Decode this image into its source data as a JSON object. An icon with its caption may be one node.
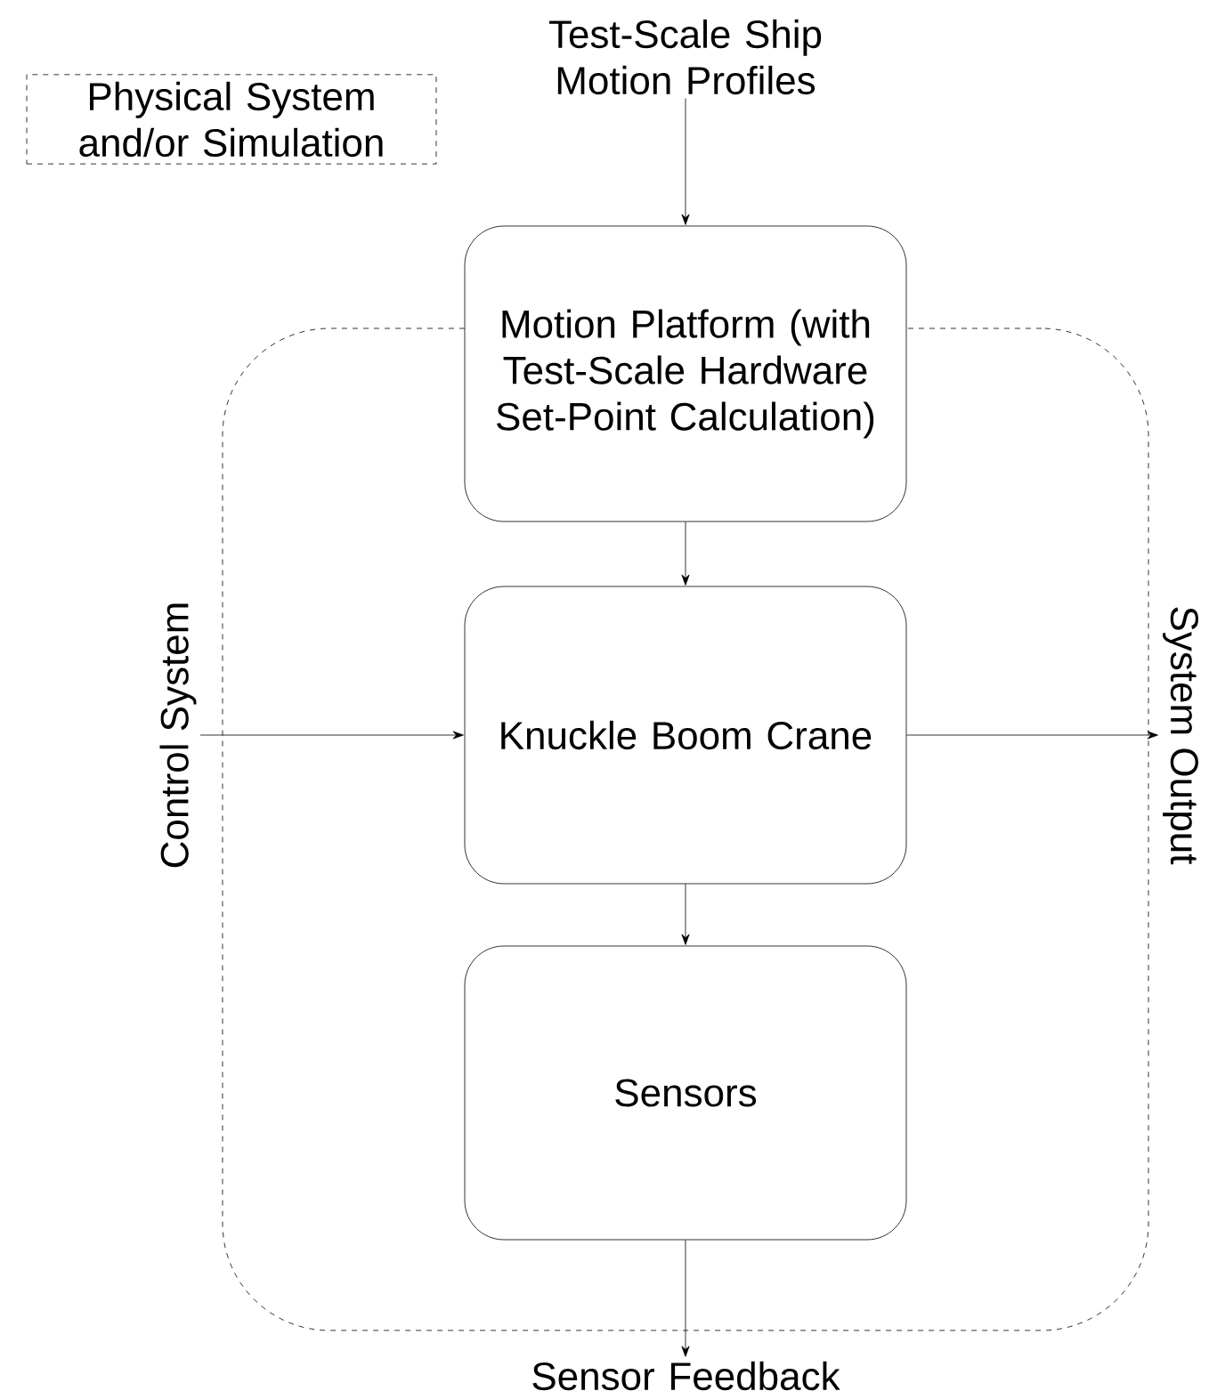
{
  "diagram": {
    "nodes": [
      {
        "text": [
          "Physical System and/or Simulation"
        ]
      },
      {
        "text": [
          "Test-Scale Ship Motion Profiles"
        ]
      },
      {
        "text": [
          "Motion Platform (with Test-Scale Hardware Set-Point Calculation)"
        ]
      },
      {
        "text": [
          "Knuckle Boom Crane"
        ],
        "in": 0
      },
      {
        "text": [
          "Sensors"
        ],
        "in": 0
      },
      {
        "text": [
          "Control System"
        ]
      },
      {
        "text": [
          "System Output"
        ]
      },
      {
        "text": [
          "Sensor Feedback"
        ]
      }
    ],
    "edges": [
      {
        "from": 1,
        "to": 2,
        "arrow": "to"
      },
      {
        "from": 2,
        "to": 3,
        "arrow": "to"
      },
      {
        "from": 3,
        "to": 4,
        "arrow": "to"
      },
      {
        "from": 4,
        "to": 7,
        "arrow": "to"
      },
      {
        "from": 5,
        "to": 3,
        "arrow": "to"
      },
      {
        "from": 3,
        "to": 6,
        "arrow": "to"
      }
    ]
  }
}
